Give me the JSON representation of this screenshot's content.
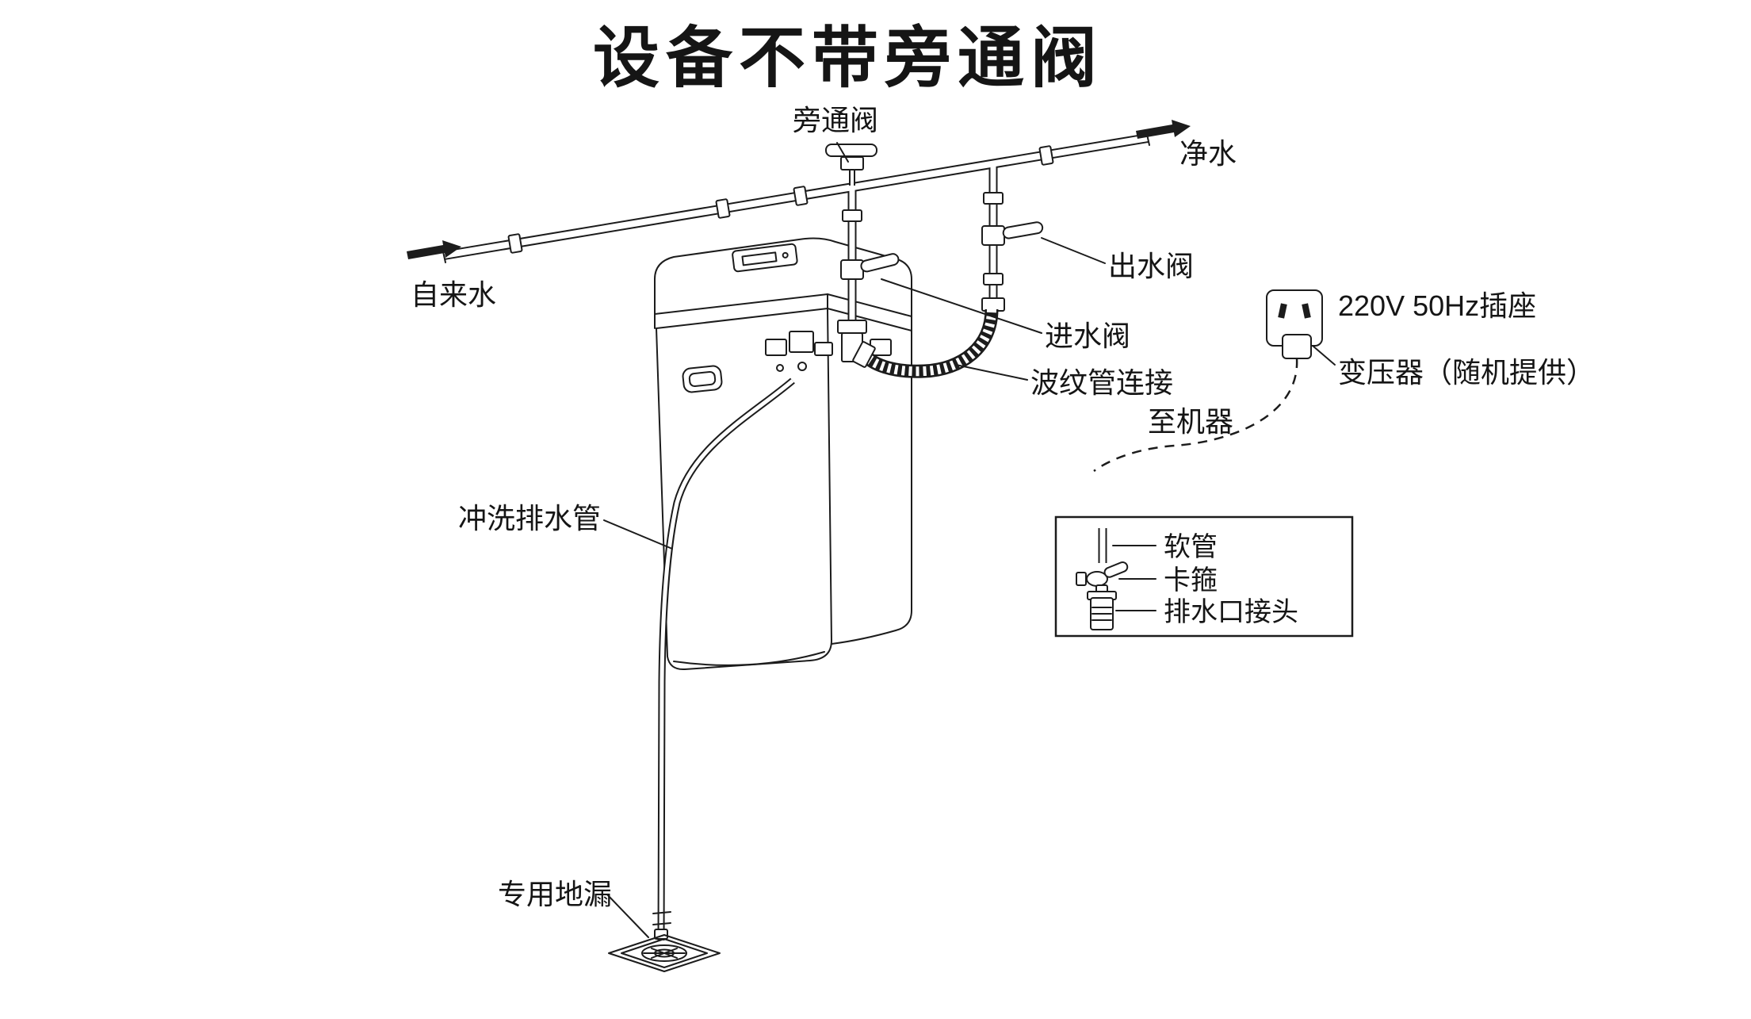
{
  "title": "设备不带旁通阀",
  "labels": {
    "bypass_valve": "旁通阀",
    "clean_water": "净水",
    "tap_water": "自来水",
    "outlet_valve": "出水阀",
    "inlet_valve": "进水阀",
    "corrugated_connection": "波纹管连接",
    "socket": "220V 50Hz插座",
    "transformer": "变压器（随机提供）",
    "to_machine": "至机器",
    "flush_drain_pipe": "冲洗排水管",
    "floor_drain": "专用地漏"
  },
  "legend": {
    "items": [
      {
        "label": "软管"
      },
      {
        "label": "卡箍"
      },
      {
        "label": "排水口接头"
      }
    ]
  },
  "colors": {
    "line": "#1c1c1c",
    "background": "#ffffff"
  }
}
